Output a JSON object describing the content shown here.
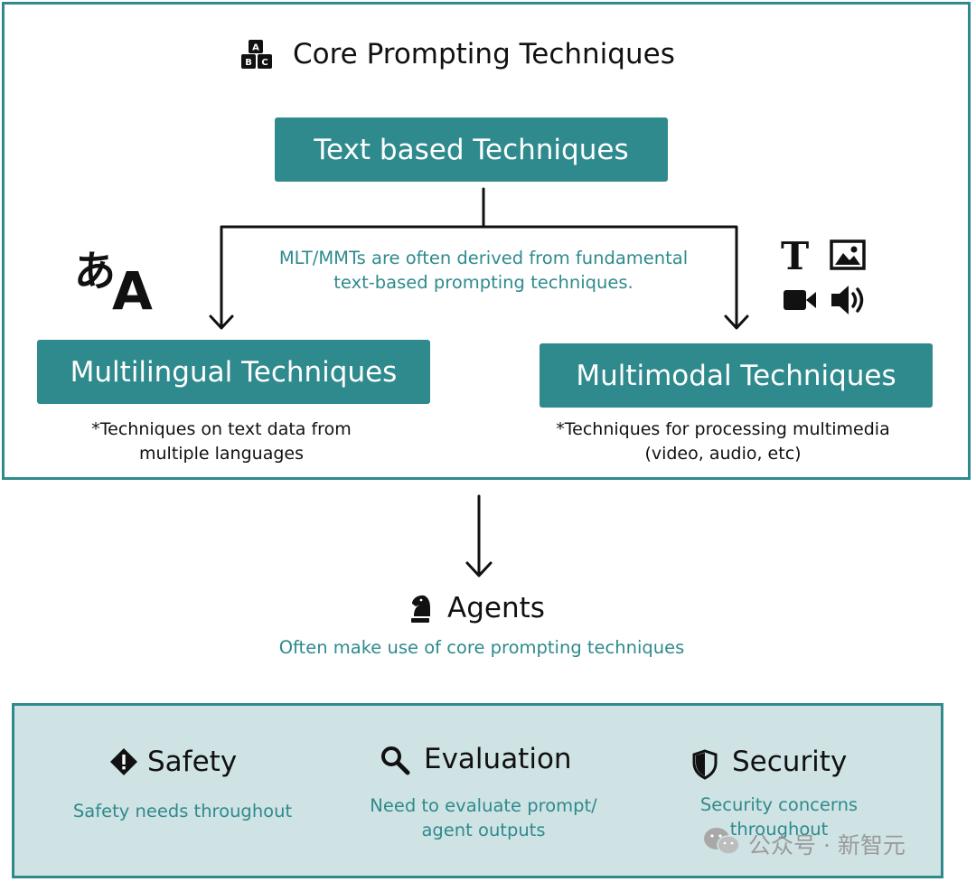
{
  "title": "Core Prompting Techniques",
  "text_based": "Text based Techniques",
  "derived_note_line1": "MLT/MMTs are often derived from fundamental",
  "derived_note_line2": "text-based prompting techniques.",
  "multilingual": {
    "label": "Multilingual Techniques",
    "note_line1": "*Techniques on text data from",
    "note_line2": "multiple languages",
    "icon_glyph_1": "あ",
    "icon_glyph_2": "A"
  },
  "multimodal": {
    "label": "Multimodal Techniques",
    "note_line1": "*Techniques for processing multimedia",
    "note_line2": "(video, audio, etc)",
    "icon_text_glyph": "T"
  },
  "agents": {
    "title": "Agents",
    "subtitle": "Often make use of core prompting techniques"
  },
  "pillars": [
    {
      "title": "Safety",
      "line1": "Safety needs throughout",
      "line2": ""
    },
    {
      "title": "Evaluation",
      "line1": "Need to evaluate prompt/",
      "line2": "agent outputs"
    },
    {
      "title": "Security",
      "line1": "Security concerns",
      "line2": "throughout"
    }
  ],
  "abc_letters": [
    "A",
    "B",
    "C"
  ],
  "watermark": "公众号 · 新智元",
  "colors": {
    "teal": "#2f8a8d",
    "panel_bg": "#cfe3e4",
    "text": "#111111"
  }
}
